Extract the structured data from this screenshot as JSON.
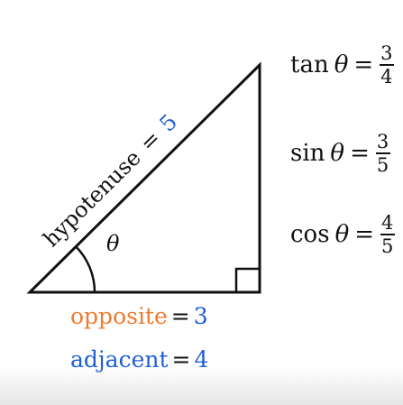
{
  "diagram": {
    "hypotenuse_word": "hypotenuse",
    "hypotenuse_eq": "=",
    "hypotenuse_value": "5",
    "angle_symbol": "θ"
  },
  "labels": {
    "opposite": {
      "word": "opposite",
      "eq": "=",
      "value": "3"
    },
    "adjacent": {
      "word": "adjacent",
      "eq": "=",
      "value": "4"
    }
  },
  "ratios": {
    "tan": {
      "fn": "tan",
      "theta": "θ",
      "eq": "=",
      "num": "3",
      "den": "4"
    },
    "sin": {
      "fn": "sin",
      "theta": "θ",
      "eq": "=",
      "num": "3",
      "den": "5"
    },
    "cos": {
      "fn": "cos",
      "theta": "θ",
      "eq": "=",
      "num": "4",
      "den": "5"
    }
  },
  "colors": {
    "orange": "#f07b2e",
    "blue": "#1f5fd6",
    "stroke": "#111111"
  }
}
